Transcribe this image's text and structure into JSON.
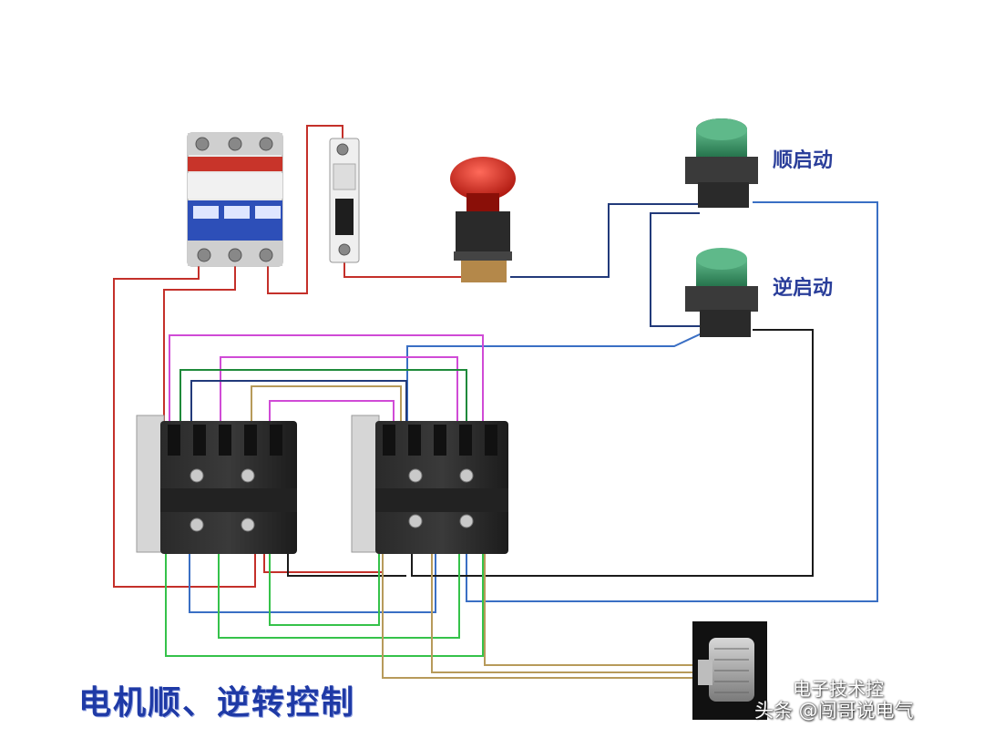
{
  "title": "电机顺、逆转控制",
  "buttons": {
    "forward_label": "顺启动",
    "reverse_label": "逆启动"
  },
  "watermark": {
    "line1": "电子技术控",
    "line2": "头条 @闯哥说电气"
  },
  "colors": {
    "title": "#1f3aa6",
    "label": "#2a3e9a",
    "wire_red": "#c4302a",
    "wire_magenta": "#d04bd6",
    "wire_blue": "#3a6fc4",
    "wire_green": "#35c24a",
    "wire_navy": "#223a7a",
    "wire_black": "#1a1a1a",
    "wire_tan": "#b79a5a"
  }
}
